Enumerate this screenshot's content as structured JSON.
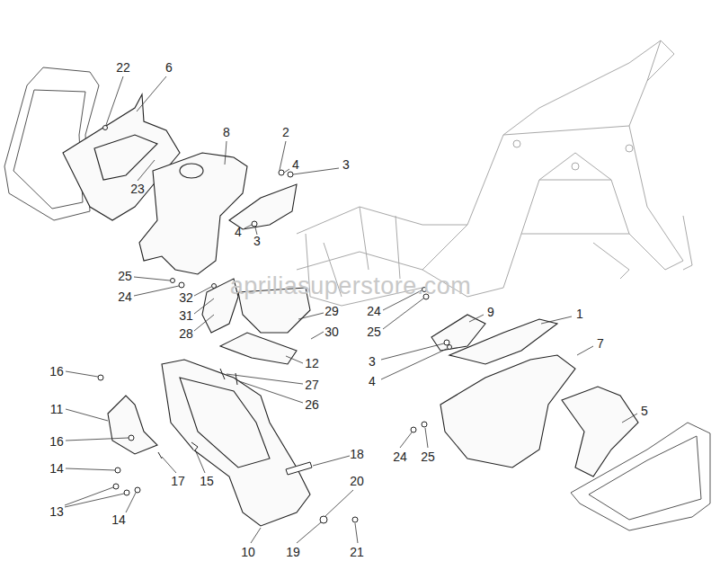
{
  "diagram": {
    "labels": [
      "22",
      "6",
      "8",
      "2",
      "4",
      "3",
      "23",
      "4",
      "3",
      "25",
      "24",
      "32",
      "31",
      "28",
      "29",
      "30",
      "24",
      "25",
      "9",
      "1",
      "3",
      "4",
      "7",
      "12",
      "27",
      "26",
      "16",
      "11",
      "16",
      "5",
      "24",
      "25",
      "14",
      "17",
      "15",
      "18",
      "20",
      "13",
      "14",
      "10",
      "19",
      "21",
      "apriliasuperstore.com"
    ]
  }
}
